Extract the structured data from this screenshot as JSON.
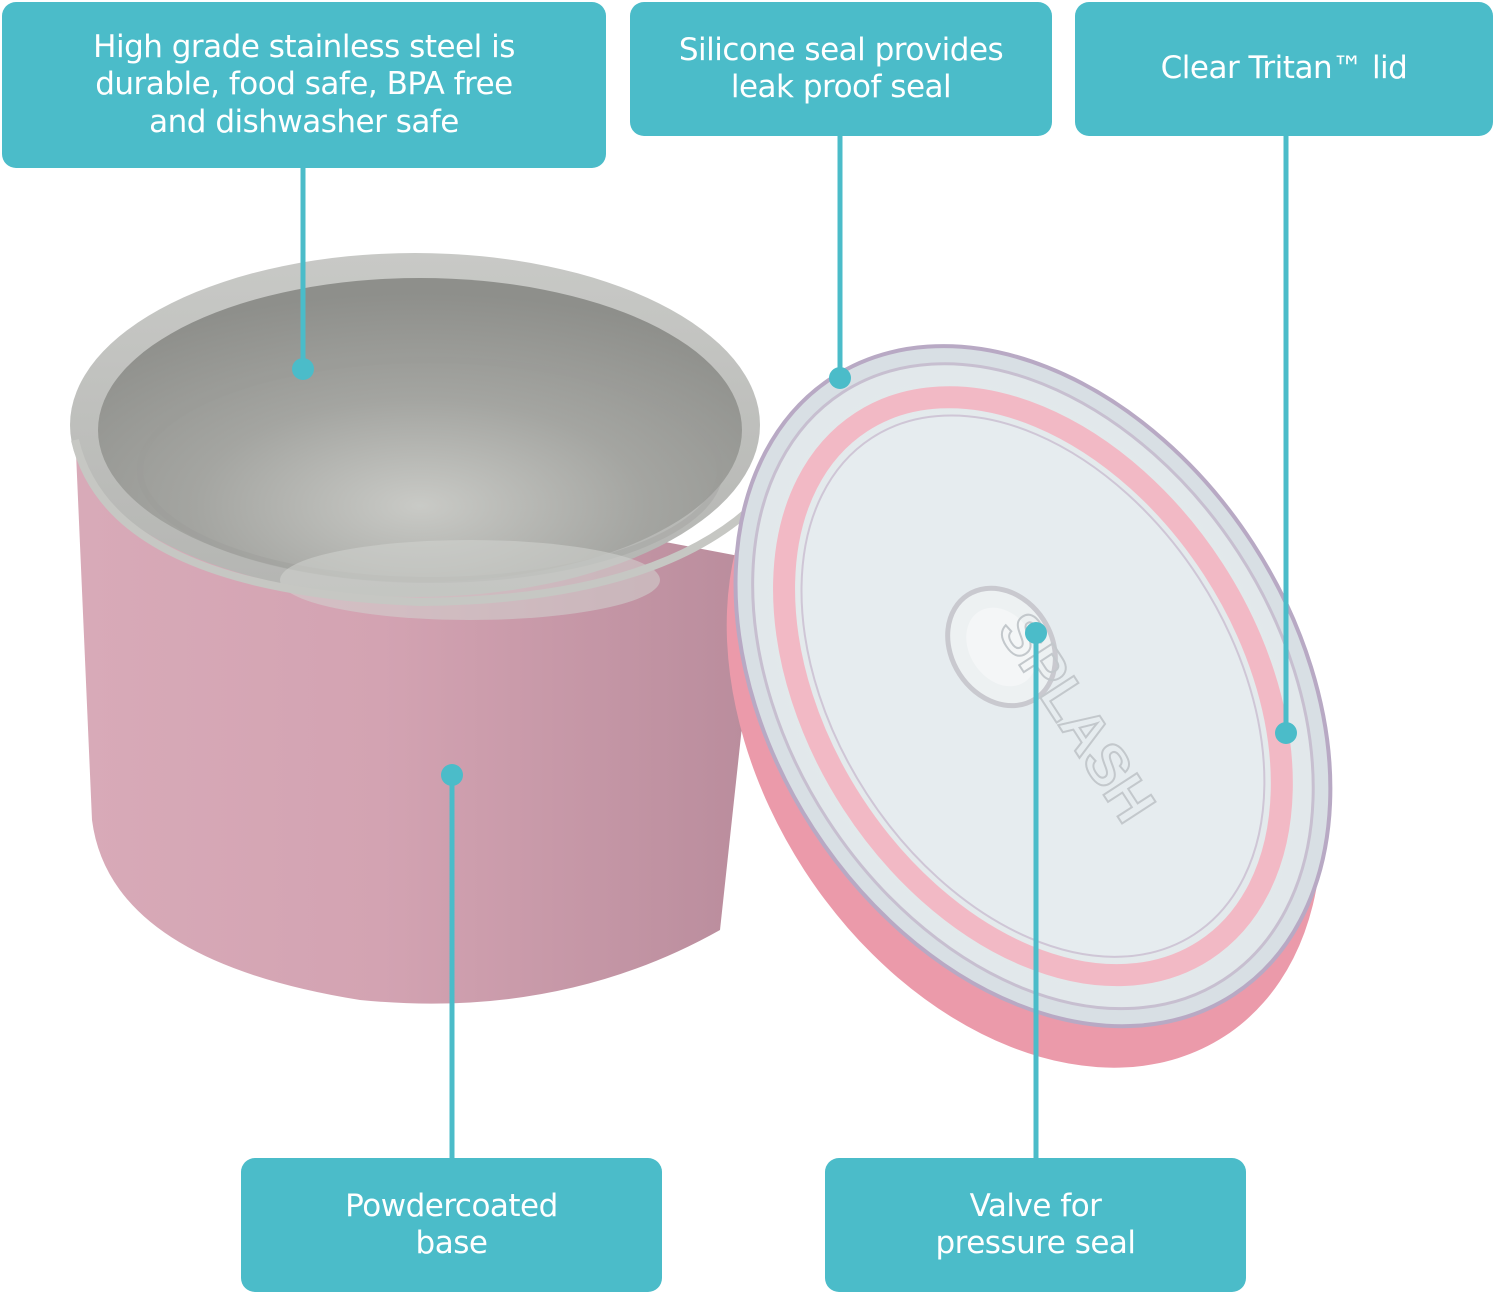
{
  "callouts": [
    {
      "id": "stainless-steel",
      "text": "High grade stainless steel is\ndurable, food safe, BPA free\nand dishwasher safe"
    },
    {
      "id": "silicone-seal",
      "text": "Silicone seal provides\nleak proof seal"
    },
    {
      "id": "tritan-lid",
      "text": "Clear Tritan™ lid"
    },
    {
      "id": "powdercoated-base",
      "text": "Powdercoated\nbase"
    },
    {
      "id": "valve",
      "text": "Valve for\npressure seal"
    }
  ],
  "product": {
    "lid_embossed_brand": "SPLASH"
  },
  "colors": {
    "callout_teal": "#4bbcc9",
    "bowl_pink": "#cf9fae",
    "seal_pink": "#eb9aaa",
    "steel_gray": "#9c9d99",
    "lid_clear": "#e4ebee"
  }
}
